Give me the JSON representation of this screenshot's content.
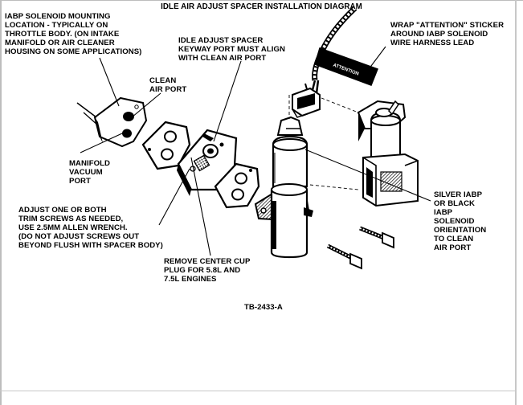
{
  "diagram": {
    "title": "IDLE AIR ADJUST SPACER INSTALLATION DIAGRAM",
    "labels": {
      "iabp_mounting": "IABP SOLENOID MOUNTING\nLOCATION - TYPICALLY ON\nTHROTTLE BODY. (ON INTAKE\nMANIFOLD OR AIR CLEANER\nHOUSING ON SOME APPLICATIONS)",
      "idle_spacer": "IDLE ADJUST SPACER\nKEYWAY PORT MUST ALIGN\nWITH CLEAN AIR PORT",
      "wrap_sticker": "WRAP \"ATTENTION\" STICKER\nAROUND IABP SOLENOID\nWIRE HARNESS LEAD",
      "clean_air_port": "CLEAN\nAIR PORT",
      "manifold_vacuum": "MANIFOLD\nVACUUM\nPORT",
      "adjust_trim": "ADJUST ONE OR BOTH\nTRIM SCREWS AS NEEDED,\nUSE 2.5mm ALLEN WRENCH.\n(DO NOT ADJUST SCREWS OUT\nBEYOND FLUSH WITH SPACER BODY)",
      "silver_iabp": "SILVER IABP\nOR BLACK\nIABP\nSOLENOID\nORIENTATION\nTO CLEAN\nAIR PORT",
      "remove_cup": "REMOVE CENTER CUP\nPLUG FOR 5.8L AND\n7.5L ENGINES",
      "figure_code": "TB-2433-A"
    },
    "sticker_text": "ATTENTION"
  }
}
